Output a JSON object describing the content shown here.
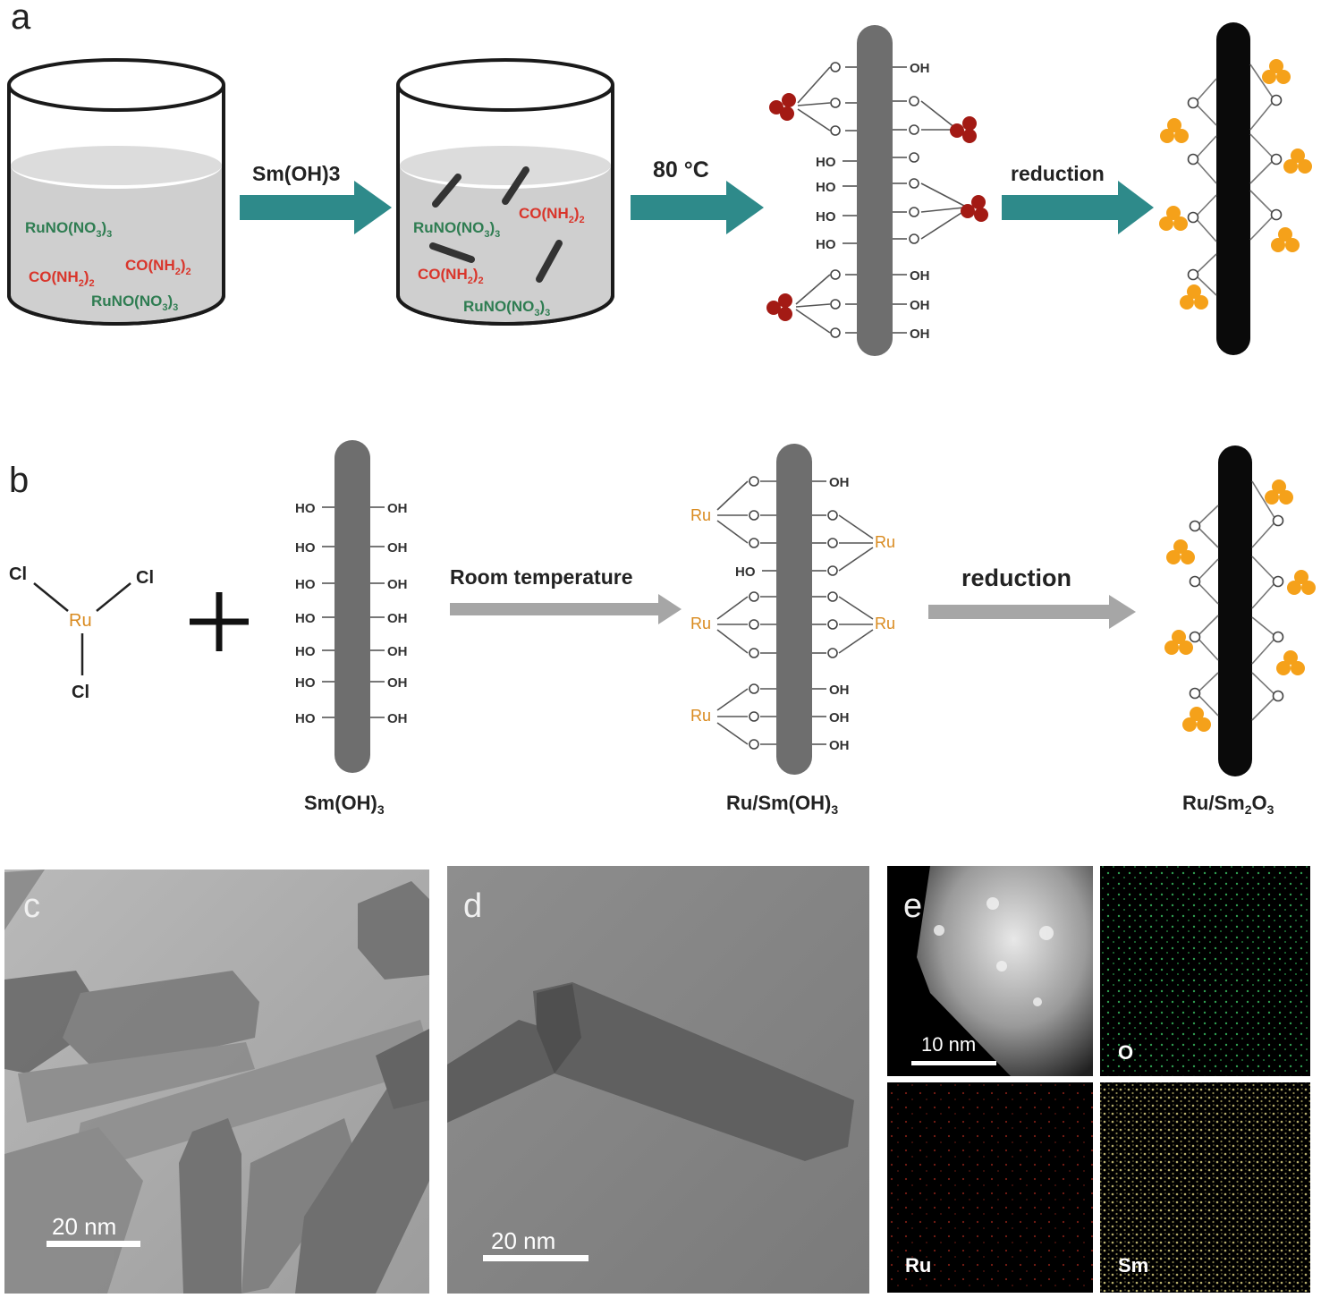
{
  "panels": {
    "a": {
      "letter": "a",
      "beaker1": {
        "labels": [
          "RuNO(NO3)3",
          "CO(NH2)2",
          "CO(NH2)2",
          "RuNO(NO3)3"
        ]
      },
      "arrow1_label": "Sm(OH)3",
      "beaker2": {
        "labels": [
          "RuNO(NO3)3",
          "CO(NH2)2",
          "CO(NH2)2",
          "RuNO(NO3)3"
        ]
      },
      "arrow2_label": "80 °C",
      "arrow3_label": "reduction",
      "rod_oh": "OH",
      "rod_ho": "HO",
      "rod_o": "O"
    },
    "b": {
      "letter": "b",
      "ru": "Ru",
      "cl": "Cl",
      "plus": "+",
      "arrow1_label": "Room temperature",
      "arrow2_label": "reduction",
      "caption1": "Sm(OH)3",
      "caption2": "Ru/Sm(OH)3",
      "caption3": "Ru/Sm2O3"
    },
    "c": {
      "letter": "c",
      "scale": "20 nm"
    },
    "d": {
      "letter": "d",
      "scale": "20 nm"
    },
    "e": {
      "letter": "e",
      "scale": "10 nm",
      "maps": [
        "O",
        "Ru",
        "Sm"
      ]
    }
  },
  "colors": {
    "arrow_teal": "#2e8a8a",
    "arrow_gray": "#a6a6a6",
    "green_text": "#2f7d52",
    "red_text": "#d9352b",
    "ru_orange": "#d98a1e",
    "cluster_red": "#a31a14",
    "cluster_orange": "#f5a11a",
    "rod_gray": "#6e6e6e",
    "rod_black": "#0a0a0a"
  }
}
